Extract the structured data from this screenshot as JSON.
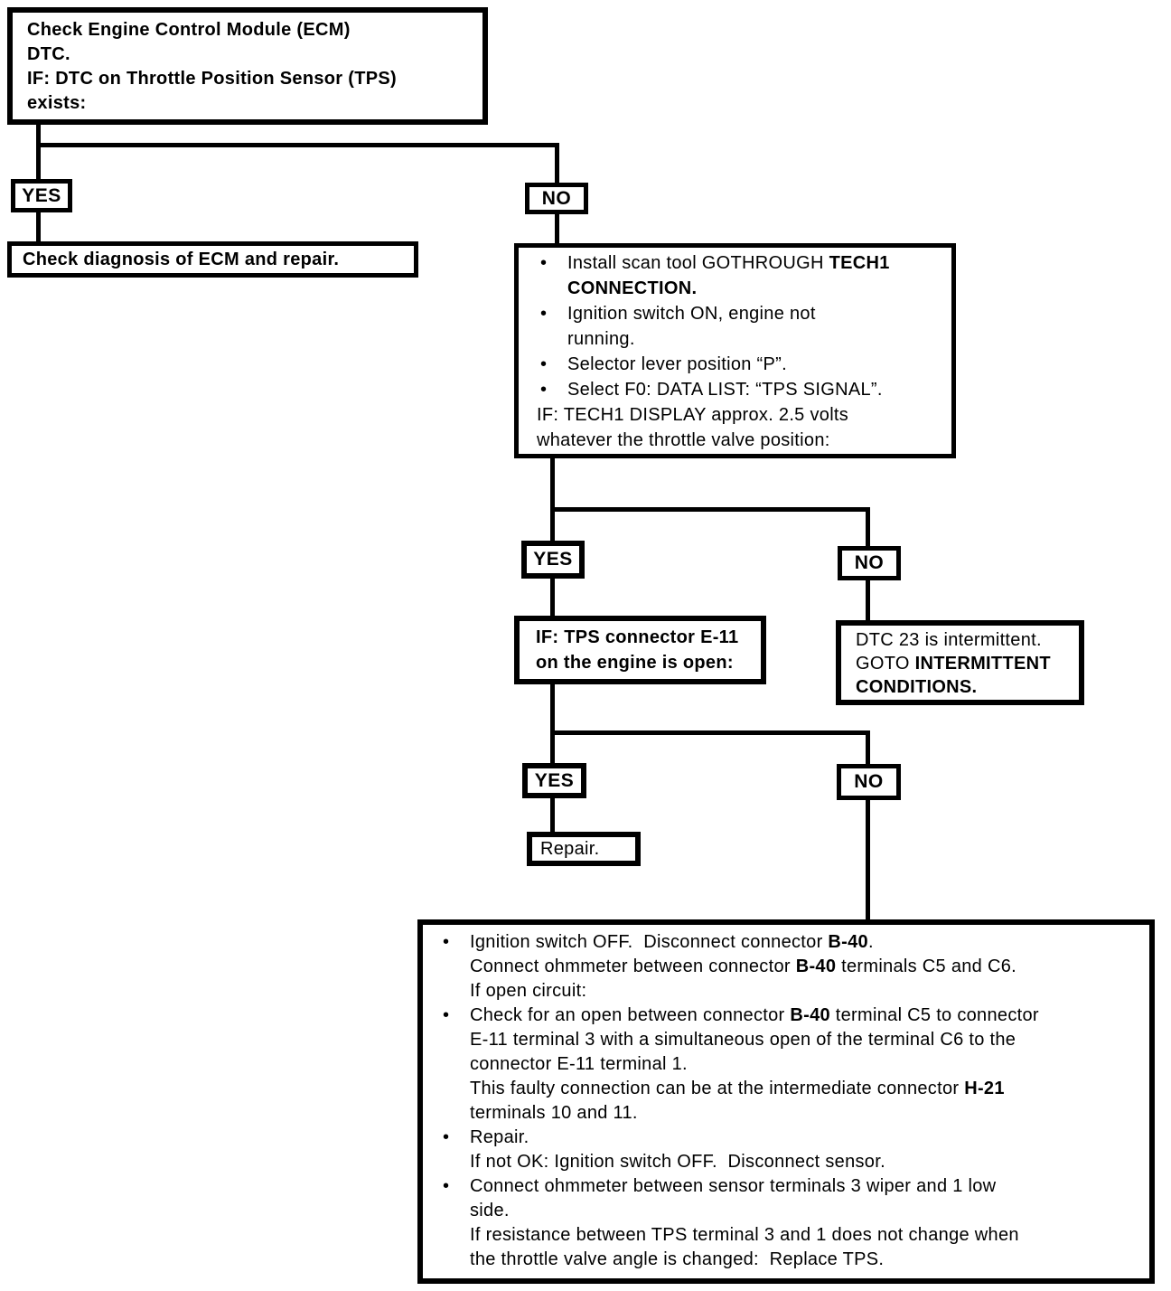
{
  "page": {
    "background": "#ffffff",
    "ink": "#000000"
  },
  "flow": {
    "bullet_char": "•",
    "labels": {
      "yes": "YES",
      "no": "NO"
    },
    "nodes": {
      "start": {
        "lines": [
          "Check Engine Control Module (ECM)",
          "DTC.",
          "IF: DTC on Throttle Position Sensor (TPS)",
          "exists:"
        ]
      },
      "check_ecm": {
        "text": "Check diagnosis of ECM and repair."
      },
      "tech1": {
        "lines": [
          [
            {
              "t": "Install scan tool GOTHROUGH ",
              "b": false
            },
            {
              "t": "TECH1",
              "b": true
            }
          ],
          [
            {
              "t": "CONNECTION.",
              "b": true
            }
          ],
          [
            {
              "t": "Ignition switch ON, engine not",
              "b": false
            }
          ],
          [
            {
              "t": "running.",
              "b": false
            }
          ],
          [
            {
              "t": "Selector lever position “P”.",
              "b": false
            }
          ],
          [
            {
              "t": "Select F0: DATA LIST: “TPS SIGNAL”.",
              "b": false
            }
          ],
          [
            {
              "t": "IF: TECH1 DISPLAY approx. 2.5 volts",
              "b": false
            }
          ],
          [
            {
              "t": "whatever the throttle valve position:",
              "b": false
            }
          ]
        ]
      },
      "tps_open": {
        "lines": [
          "IF: TPS connector E-11",
          "on the engine is open:"
        ]
      },
      "dtc23": {
        "lines": [
          [
            {
              "t": "DTC 23 is intermittent.",
              "b": false
            }
          ],
          [
            {
              "t": "GOTO ",
              "b": false
            },
            {
              "t": "INTERMITTENT",
              "b": true
            }
          ],
          [
            {
              "t": "CONDITIONS.",
              "b": true
            }
          ]
        ]
      },
      "repair": {
        "text": "Repair."
      },
      "ohm": {
        "lines": [
          [
            {
              "t": "Ignition switch OFF.  Disconnect connector ",
              "b": false
            },
            {
              "t": "B-40",
              "b": true
            },
            {
              "t": ".",
              "b": false
            }
          ],
          [
            {
              "t": "Connect ohmmeter between connector ",
              "b": false
            },
            {
              "t": "B-40",
              "b": true
            },
            {
              "t": " terminals C5 and C6.",
              "b": false
            }
          ],
          [
            {
              "t": "If open circuit:",
              "b": false
            }
          ],
          [
            {
              "t": "Check for an open between connector ",
              "b": false
            },
            {
              "t": "B-40",
              "b": true
            },
            {
              "t": " terminal C5 to connector",
              "b": false
            }
          ],
          [
            {
              "t": "E-11 terminal 3 with a simultaneous open of the terminal C6 to the",
              "b": false
            }
          ],
          [
            {
              "t": "connector E-11 terminal 1.",
              "b": false
            }
          ],
          [
            {
              "t": "This faulty connection can be at the intermediate connector ",
              "b": false
            },
            {
              "t": "H-21",
              "b": true
            }
          ],
          [
            {
              "t": "terminals 10 and 11.",
              "b": false
            }
          ],
          [
            {
              "t": "Repair.",
              "b": false
            }
          ],
          [
            {
              "t": "If not OK: Ignition switch OFF.  Disconnect sensor.",
              "b": false
            }
          ],
          [
            {
              "t": "Connect ohmmeter between sensor terminals 3 wiper and 1 low",
              "b": false
            }
          ],
          [
            {
              "t": "side.",
              "b": false
            }
          ],
          [
            {
              "t": "If resistance between TPS terminal 3 and 1 does not change when",
              "b": false
            }
          ],
          [
            {
              "t": "the throttle valve angle is changed:  Replace TPS.",
              "b": false
            }
          ]
        ]
      }
    }
  }
}
